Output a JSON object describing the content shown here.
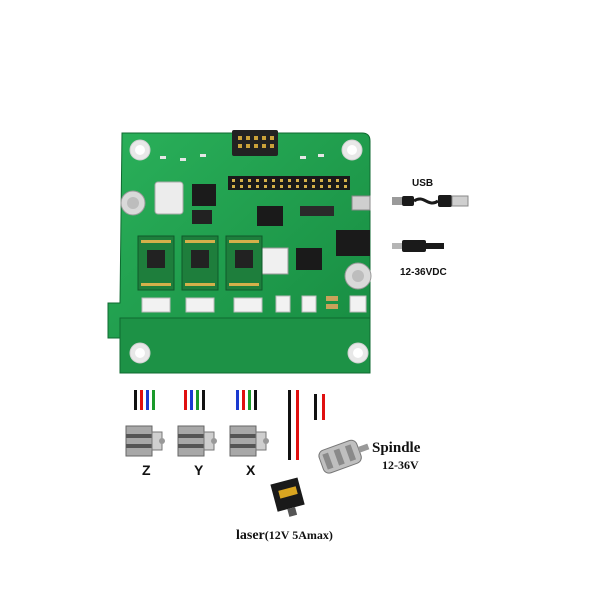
{
  "labels": {
    "usb": "USB",
    "power": "12-36VDC",
    "spindle_title": "Spindle",
    "spindle_voltage": "12-36V",
    "laser_main": "laser",
    "laser_spec": "(12V 5Amax)"
  },
  "axes": [
    {
      "label": "Z",
      "wires": [
        "#111111",
        "#e01010",
        "#1a3ad0",
        "#1a9a2a"
      ]
    },
    {
      "label": "Y",
      "wires": [
        "#e01010",
        "#1a3ad0",
        "#1a9a2a",
        "#111111"
      ]
    },
    {
      "label": "X",
      "wires": [
        "#1a3ad0",
        "#e01010",
        "#1a9a2a",
        "#111111"
      ]
    }
  ],
  "colors": {
    "pcb": "#1f9a4a",
    "pcb_dark": "#147a38",
    "pcb_light": "#2fb25a"
  }
}
